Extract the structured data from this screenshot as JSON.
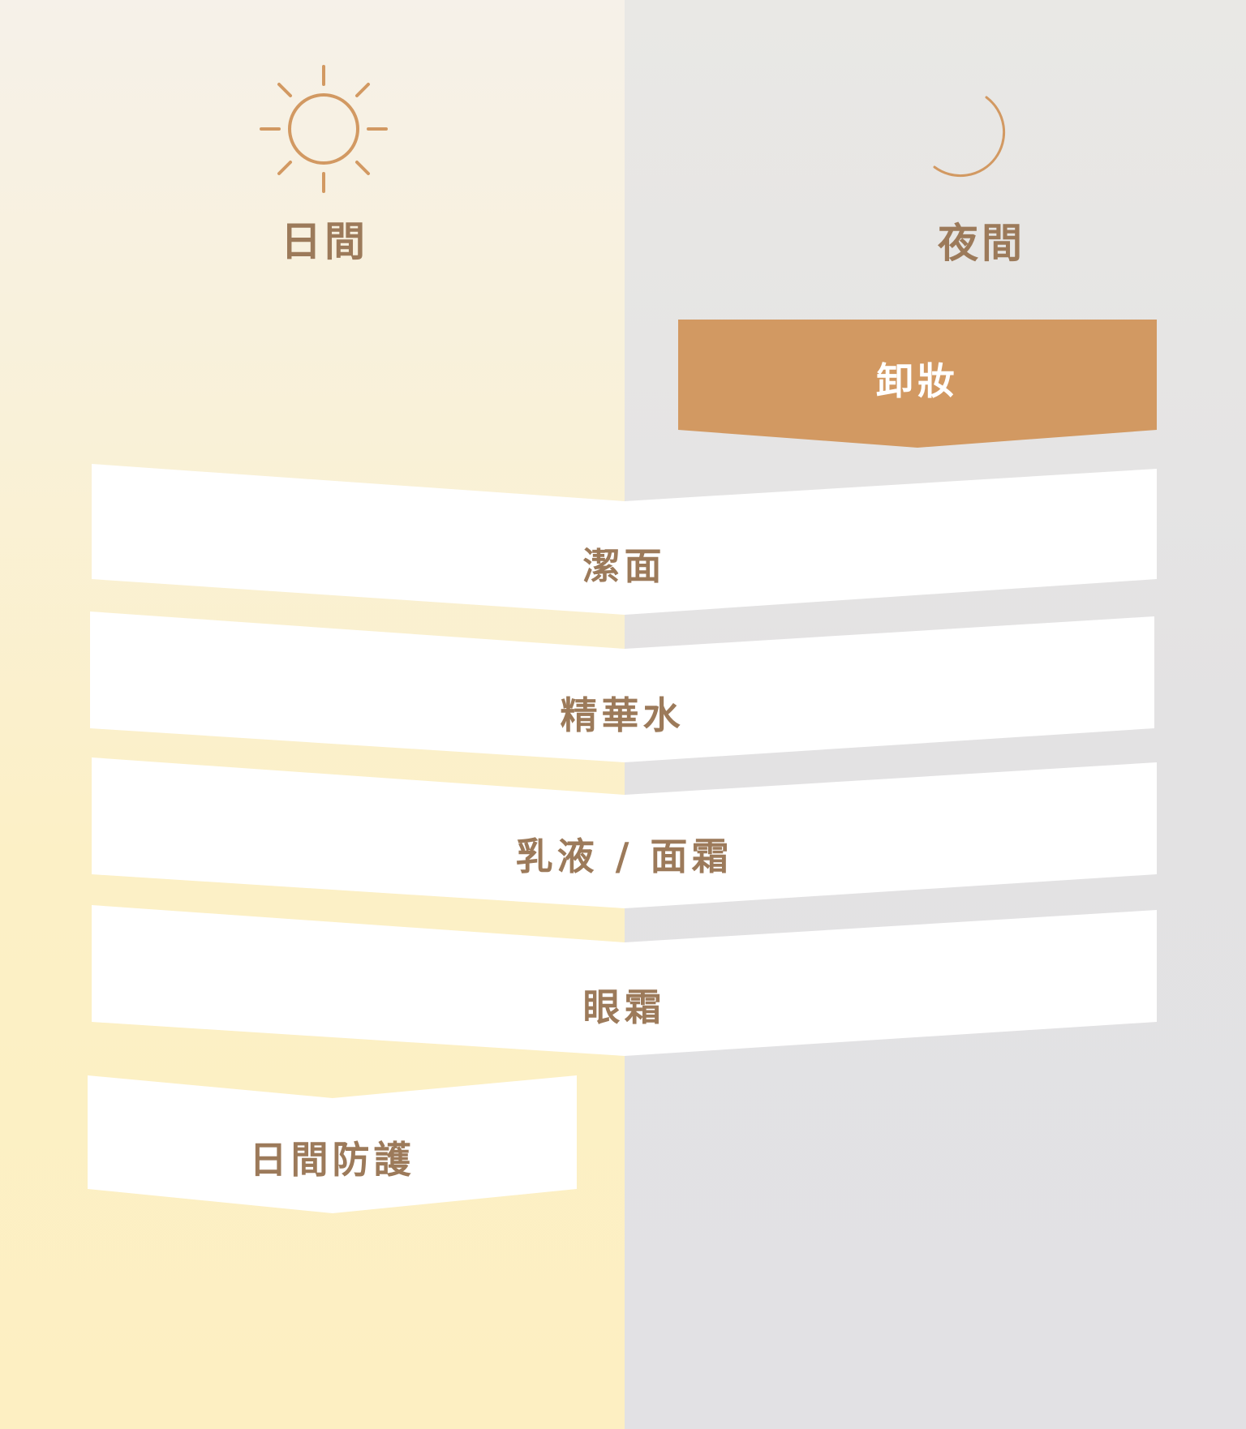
{
  "header": {
    "day_label": "日間",
    "night_label": "夜間",
    "day_icon": "sun-icon",
    "night_icon": "moon-icon"
  },
  "steps": {
    "makeup_removal": "卸妝",
    "cleanse": "潔面",
    "essence": "精華水",
    "emulsion_cream": "乳液 / 面霜",
    "eye_cream": "眼霜",
    "day_protection": "日間防護"
  },
  "colors": {
    "accent": "#d29962",
    "text": "#9c7a5a",
    "step_fill": "#ffffff",
    "day_bg": "#fcf0c6",
    "night_bg": "#e2e1e4"
  }
}
